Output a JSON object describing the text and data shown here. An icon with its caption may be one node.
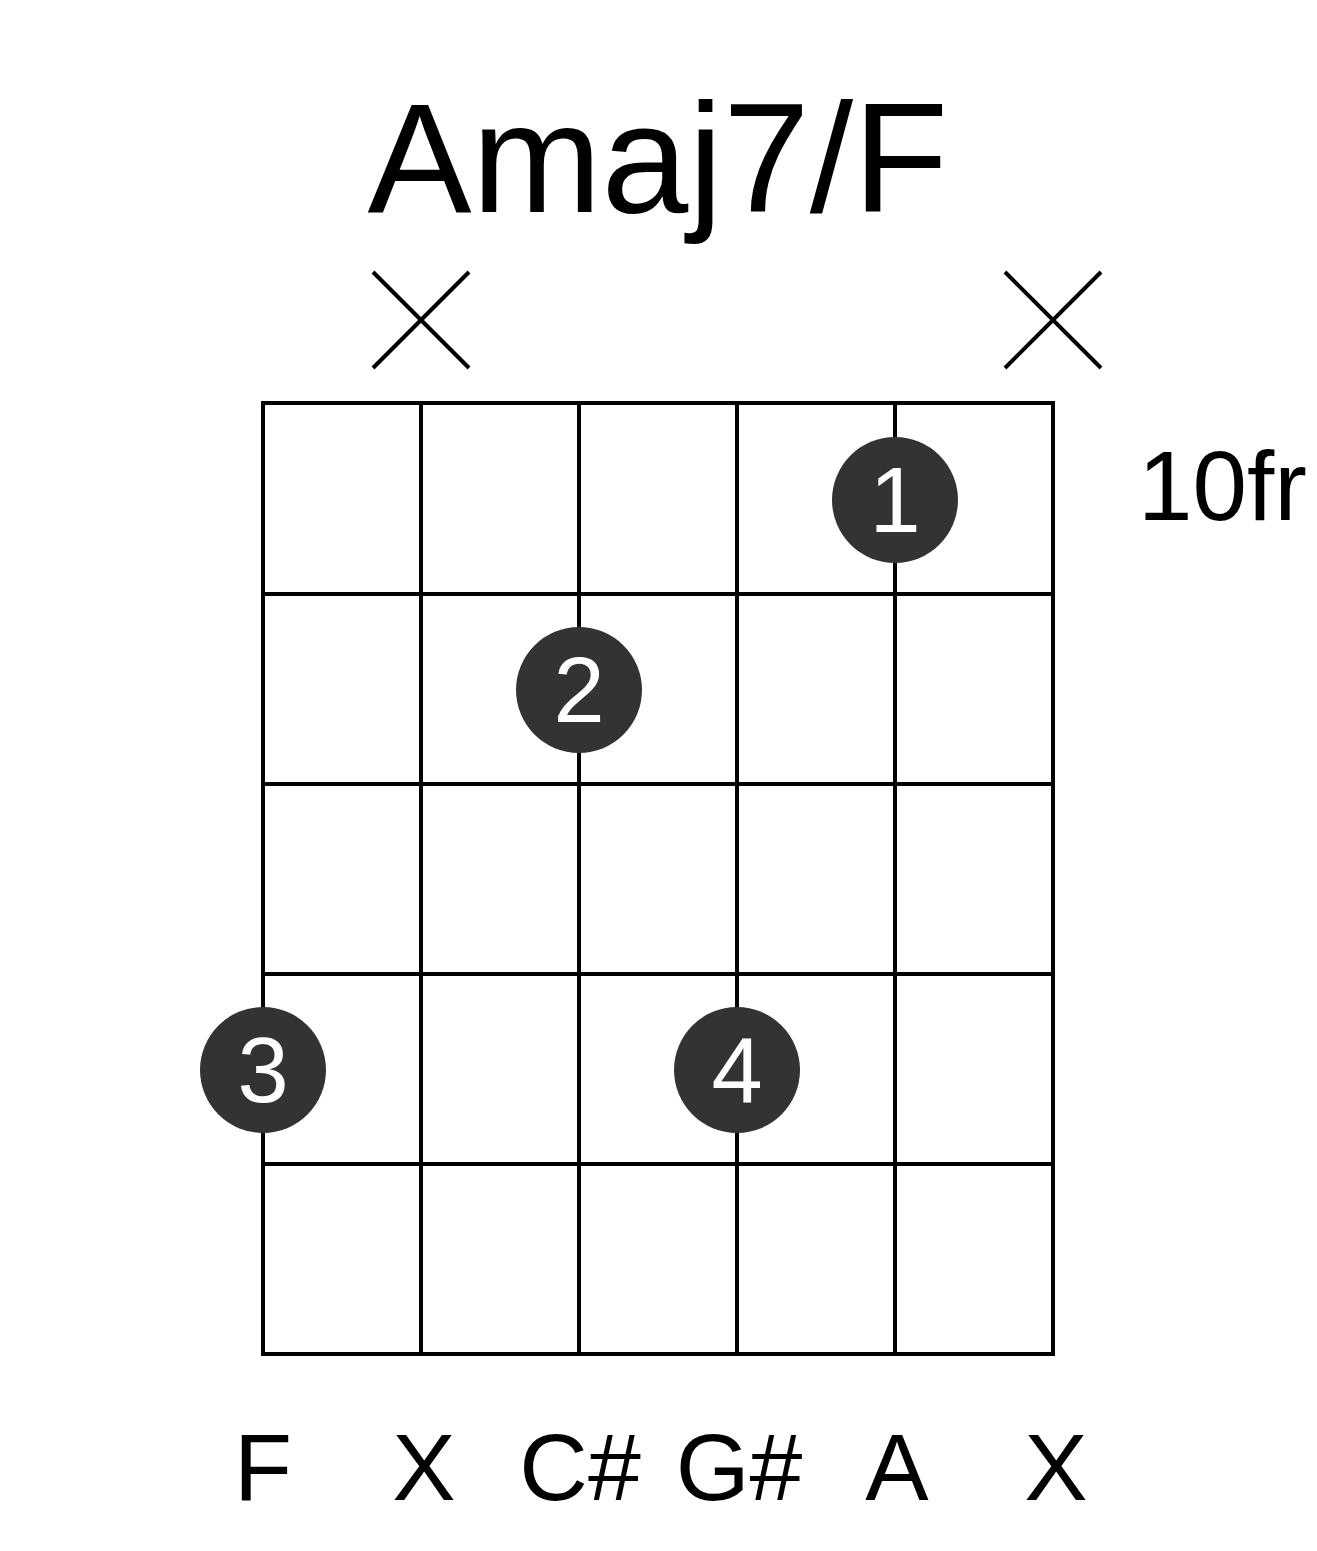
{
  "diagram": {
    "title": "Amaj7/F",
    "nodes": [
      {
        "text": [
          "1"
        ]
      },
      {
        "text": [
          "2"
        ]
      },
      {
        "text": [
          "3"
        ]
      },
      {
        "text": [
          "4"
        ]
      }
    ],
    "labels": [
      "10fr",
      "F",
      "X",
      "C#",
      "G#",
      "A",
      "X"
    ]
  }
}
